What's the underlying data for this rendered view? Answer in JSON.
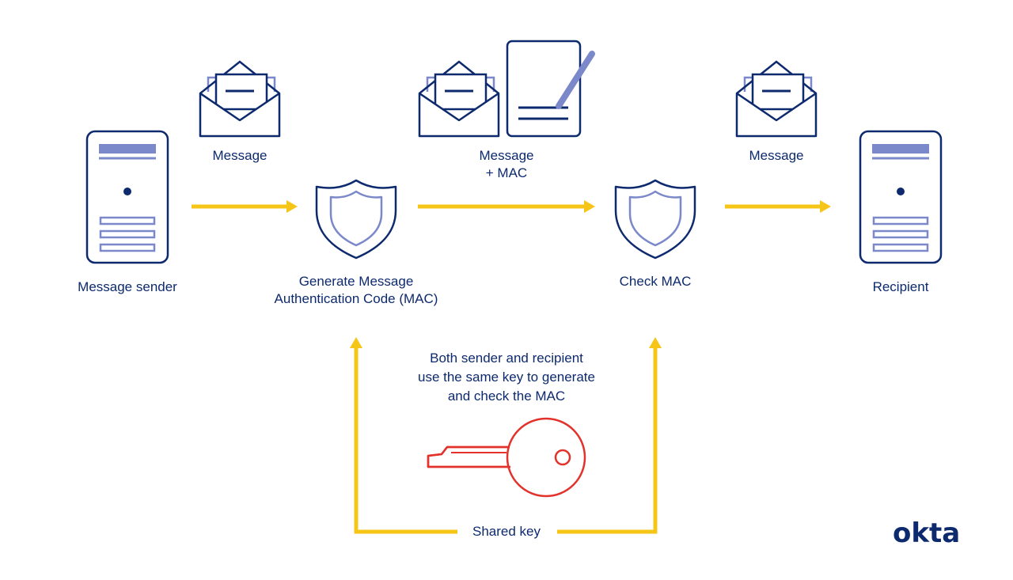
{
  "nodes": {
    "sender": {
      "label": "Message sender"
    },
    "generate": {
      "label_line1": "Generate Message",
      "label_line2": "Authentication Code (MAC)"
    },
    "check": {
      "label": "Check MAC"
    },
    "recipient": {
      "label": "Recipient"
    }
  },
  "messages": {
    "first": {
      "label": "Message"
    },
    "middle": {
      "label_line1": "Message",
      "label_line2": "+ MAC"
    },
    "last": {
      "label": "Message"
    }
  },
  "key_note": {
    "line1": "Both sender and recipient",
    "line2": "use the same key to generate",
    "line3": "and check the MAC"
  },
  "shared_key": {
    "label": "Shared key"
  },
  "logo": {
    "text": "okta"
  },
  "colors": {
    "navy": "#0d2a6e",
    "lavender": "#7b88c9",
    "arrow_yellow": "#f5c518",
    "key_red": "#e2322b"
  },
  "icons": [
    "server-icon",
    "envelope-icon",
    "document-pen-icon",
    "shield-icon",
    "key-icon"
  ]
}
